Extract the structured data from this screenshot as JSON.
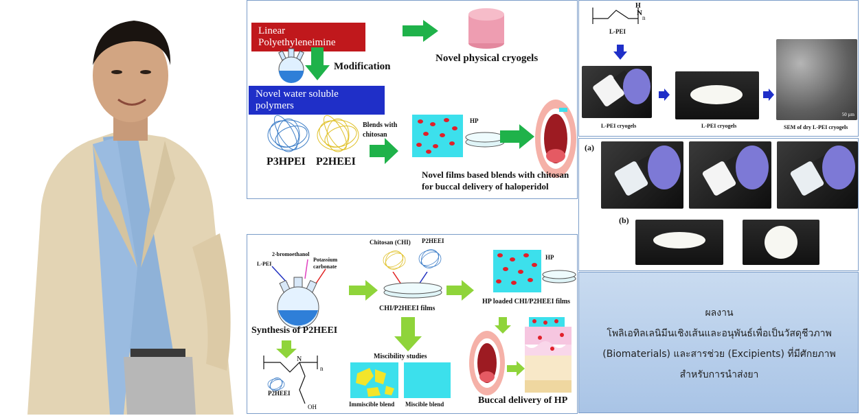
{
  "top_panel": {
    "linear_pei": "Linear Polyethyleneimine",
    "modification": "Modification",
    "novel_physical_cryogels": "Novel physical cryogels",
    "novel_water_soluble_polymers": "Novel water soluble polymers",
    "blends_with": "Blends with",
    "chitosan": "chitosan",
    "hp": "HP",
    "p3hpei": "P3HPEI",
    "p2heei": "P2HEEI",
    "novel_films_line1": "Novel films based blends with chitosan",
    "novel_films_line2": "for buccal delivery of haloperidol"
  },
  "bottom_panel": {
    "chitosan_chi": "Chitosan (CHI)",
    "p2heei": "P2HEEI",
    "bromoethanol": "2-bromoethanol",
    "potassium": "Potassium",
    "carbonate": "carbonate",
    "l_pei": "L-PEI",
    "synthesis": "Synthesis of P2HEEI",
    "chi_films": "CHI/P2HEEI films",
    "hp": "HP",
    "hp_loaded": "HP loaded CHI/P2HEEI films",
    "miscibility": "Miscibility studies",
    "immiscible": "Immiscible blend",
    "miscible": "Miscible blend",
    "buccal": "Buccal delivery of HP",
    "p2heei_struct": "P2HEEI",
    "n_sub": "n",
    "oh": "OH"
  },
  "right_top": {
    "l_pei": "L-PEI",
    "n_sub": "n",
    "h": "H",
    "n": "N",
    "cap1": "L-PEI cryogels",
    "cap2": "L-PEI cryogels",
    "cap3": "SEM of dry L-PEI cryogels",
    "scale": "50 µm"
  },
  "right_mid": {
    "a": "(a)",
    "b": "(b)"
  },
  "blue_box": {
    "line1": "ผลงาน",
    "line2": "โพลิเอทิลเลนิมีนเชิงเส้นและอนุพันธ์เพื่อเป็นวัสดุชีวภาพ",
    "line3": "(Biomaterials) และสารช่วย (Excipients) ที่มีศักยภาพ",
    "line4": "สำหรับการนำส่งยา"
  },
  "colors": {
    "red_tag": "#c0181c",
    "blue_tag": "#1f2fc8",
    "green": "#1fb24a",
    "lime": "#8fd43a",
    "cyan": "#3ce0ec"
  }
}
